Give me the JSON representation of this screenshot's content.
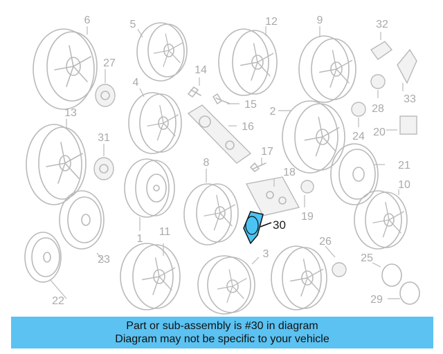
{
  "highlight": {
    "part_number": "30",
    "color": "#4cc3f2"
  },
  "callouts": [
    "6",
    "5",
    "12",
    "9",
    "32",
    "27",
    "4",
    "14",
    "15",
    "33",
    "28",
    "13",
    "2",
    "16",
    "24",
    "20",
    "31",
    "17",
    "18",
    "21",
    "8",
    "10",
    "19",
    "30",
    "1",
    "11",
    "26",
    "23",
    "3",
    "25",
    "22",
    "29"
  ],
  "banner": {
    "line1": "Part or sub-assembly is #30 in diagram",
    "line2": "Diagram may not be specific to your vehicle",
    "background": "#5bc2f2"
  }
}
